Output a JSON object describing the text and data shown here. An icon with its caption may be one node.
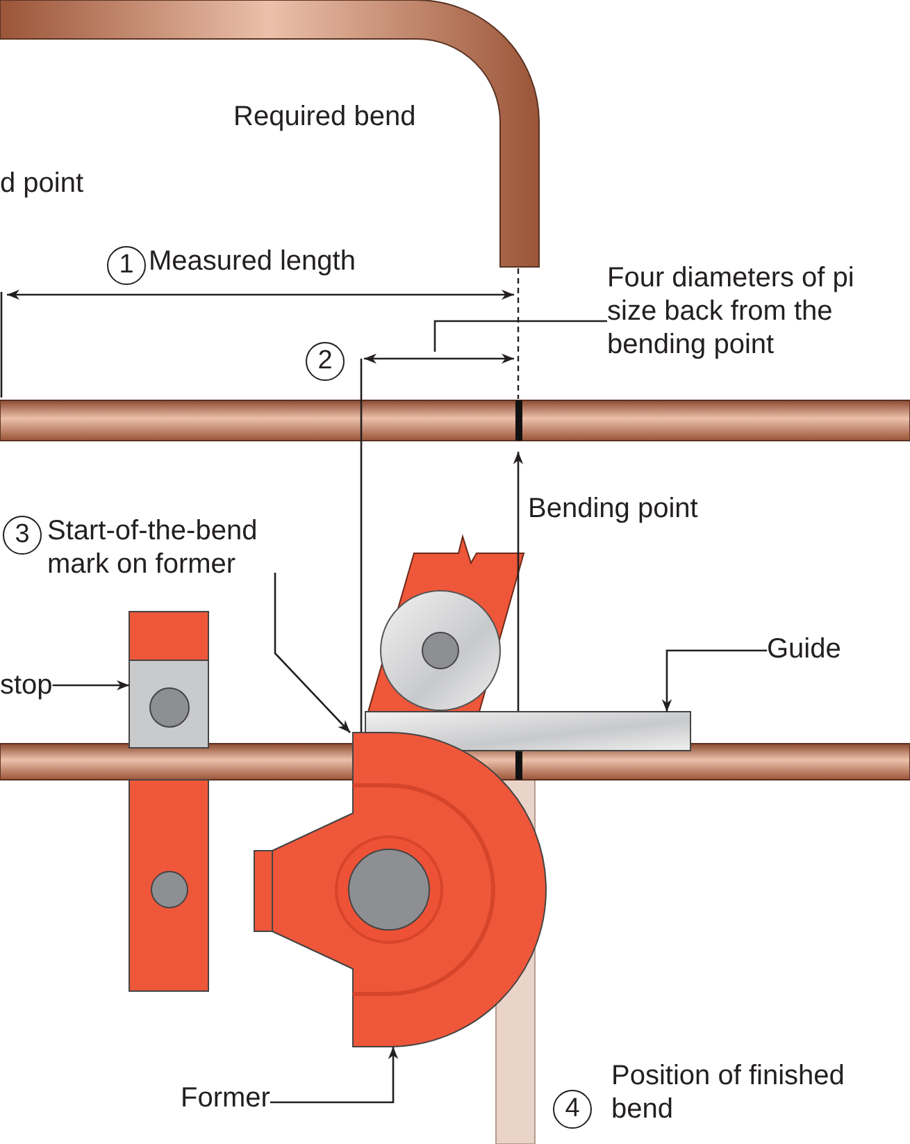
{
  "diagram": {
    "nodes": [
      {
        "text": [
          "Four diameters of pi size back from the bending point"
        ]
      },
      {
        "text": [
          "Start-of-the-bend mark on former"
        ]
      },
      {
        "text": [
          "stop"
        ]
      },
      {
        "text": [],
        "shape": "box"
      },
      {
        "text": [
          "Guide"
        ]
      },
      {
        "text": [],
        "shape": "bar"
      },
      {
        "text": [
          "Former"
        ]
      },
      {
        "text": [],
        "shape": "circle"
      }
    ],
    "edges": [
      {
        "from": 0,
        "to": null,
        "arrow": "none"
      },
      {
        "from": 1,
        "to": 7,
        "arrow": "to"
      },
      {
        "from": 2,
        "to": 3,
        "arrow": "to"
      },
      {
        "from": 4,
        "to": 5,
        "arrow": "to"
      },
      {
        "from": 6,
        "to": 7,
        "arrow": "to"
      }
    ],
    "labels": [
      "Required bend",
      "d point",
      "1",
      "Measured length",
      "2",
      "3",
      "Bending point",
      "4",
      "Position of finished bend"
    ]
  }
}
